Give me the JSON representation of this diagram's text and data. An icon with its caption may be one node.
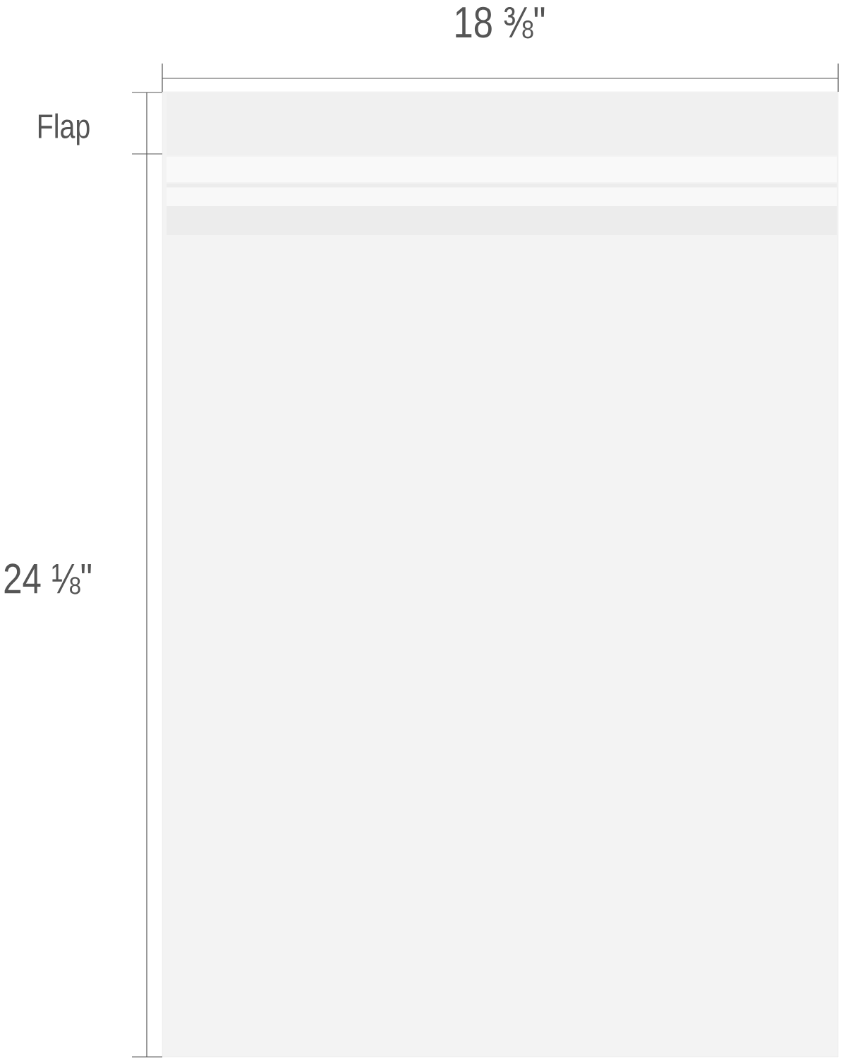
{
  "diagram": {
    "labels": [
      "18 ⅜\"",
      "Flap",
      "24 ⅛\""
    ]
  }
}
